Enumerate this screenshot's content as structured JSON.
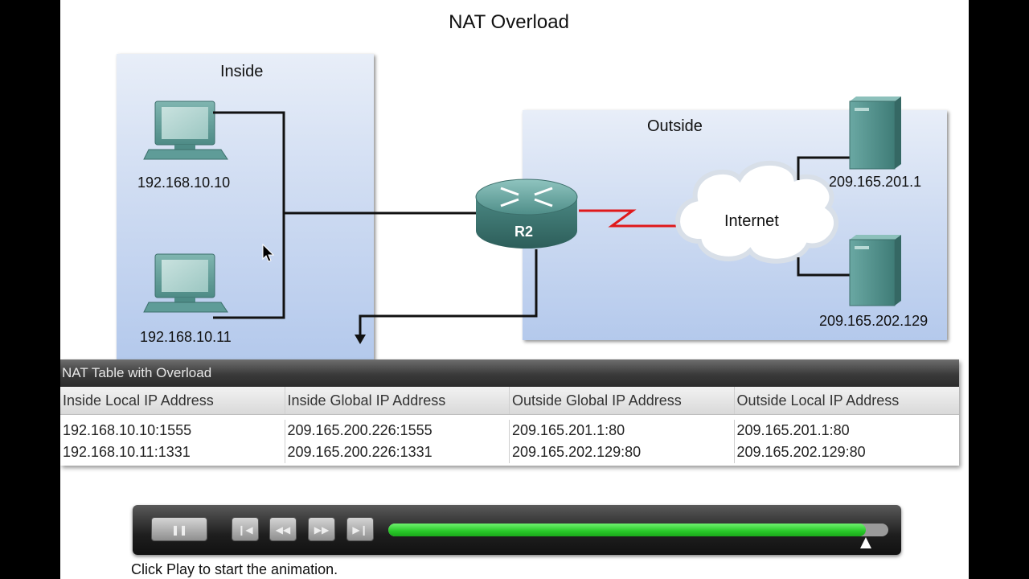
{
  "title": "NAT Overload",
  "diagram": {
    "inside_label": "Inside",
    "outside_label": "Outside",
    "hosts": [
      "192.168.10.10",
      "192.168.10.11"
    ],
    "router_label": "R2",
    "cloud_label": "Internet",
    "servers": [
      "209.165.201.1",
      "209.165.202.129"
    ]
  },
  "nat_table": {
    "heading": "NAT Table with Overload",
    "columns": [
      "Inside Local IP Address",
      "Inside Global IP Address",
      "Outside Global IP Address",
      "Outside Local IP Address"
    ],
    "rows": [
      [
        "192.168.10.10:1555",
        "209.165.200.226:1555",
        "209.165.201.1:80",
        "209.165.201.1:80"
      ],
      [
        "192.168.10.11:1331",
        "209.165.200.226:1331",
        "209.165.202.129:80",
        "209.165.202.129:80"
      ]
    ]
  },
  "player": {
    "pause_symbol": "❚❚",
    "first_symbol": "❙◀",
    "rewind_symbol": "◀◀",
    "forward_symbol": "▶▶",
    "last_symbol": "▶❙",
    "progress": 0.955,
    "caption": "Click Play to start the animation."
  },
  "colors": {
    "serial_link": "#e0191b",
    "progress_fill": "#2fd12f",
    "device_teal": "#5f9c98"
  }
}
